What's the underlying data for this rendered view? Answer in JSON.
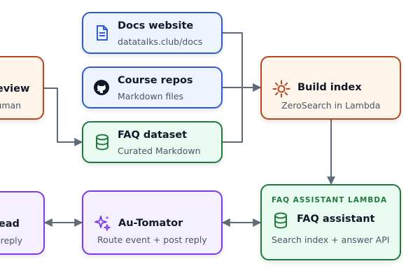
{
  "colors": {
    "edge": "#5f6b7a",
    "blue_border": "#2d5bd8",
    "orange_border": "#b8471c",
    "green_border": "#1f7a3d",
    "purple_border": "#7c3aed"
  },
  "nodes": {
    "human_review": {
      "title": "Human review",
      "subtitle": "Human",
      "icon": "person-icon"
    },
    "docs": {
      "title": "Docs website",
      "subtitle": "datatalks.club/docs",
      "icon": "document-icon"
    },
    "repos": {
      "title": "Course repos",
      "subtitle": "Markdown files",
      "icon": "github-icon"
    },
    "faq_dataset": {
      "title": "FAQ dataset",
      "subtitle": "Curated Markdown",
      "icon": "database-icon"
    },
    "build_index": {
      "title": "Build index",
      "subtitle": "ZeroSearch in Lambda",
      "icon": "gear-icon"
    },
    "slack_thread": {
      "title": "Slack thread",
      "subtitle": "Thread reply",
      "icon": "chat-icon"
    },
    "automator": {
      "title": "Au-Tomator",
      "subtitle": "Route event + post reply",
      "icon": "sparkles-icon"
    },
    "faq_assistant": {
      "kicker": "FAQ ASSISTANT LAMBDA",
      "title": "FAQ assistant",
      "subtitle": "Search index + answer API",
      "icon": "database-icon"
    }
  }
}
